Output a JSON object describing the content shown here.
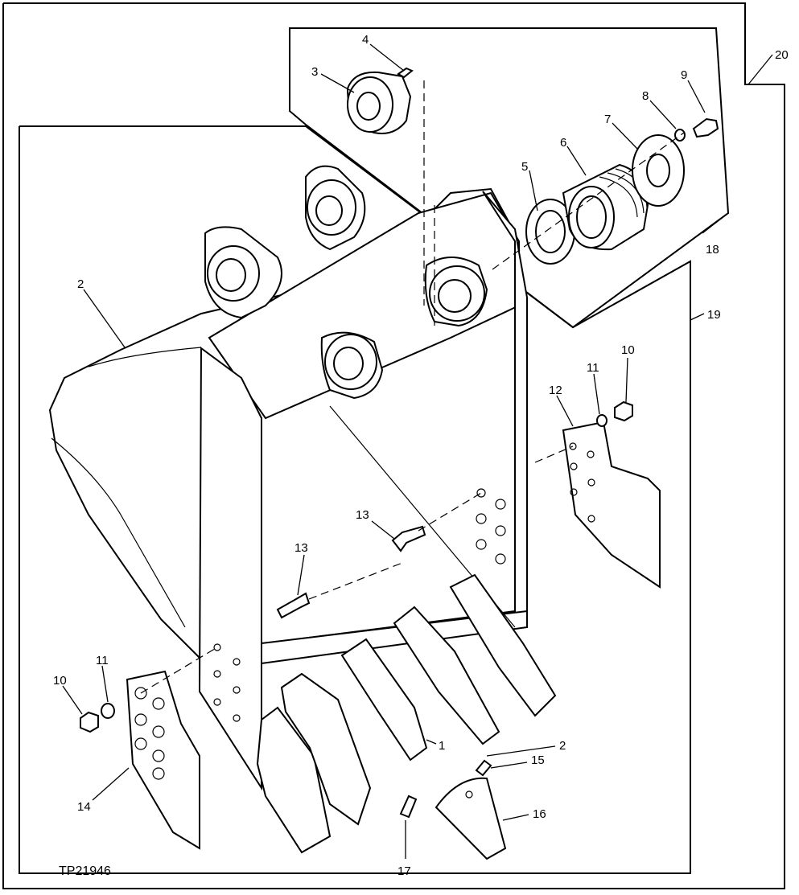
{
  "figure_id": "TP21946",
  "callouts": [
    {
      "id": "c1",
      "label": "1"
    },
    {
      "id": "c2a",
      "label": "2"
    },
    {
      "id": "c2b",
      "label": "2"
    },
    {
      "id": "c3",
      "label": "3"
    },
    {
      "id": "c4",
      "label": "4"
    },
    {
      "id": "c5",
      "label": "5"
    },
    {
      "id": "c6",
      "label": "6"
    },
    {
      "id": "c7",
      "label": "7"
    },
    {
      "id": "c8",
      "label": "8"
    },
    {
      "id": "c9",
      "label": "9"
    },
    {
      "id": "c10a",
      "label": "10"
    },
    {
      "id": "c10b",
      "label": "10"
    },
    {
      "id": "c11a",
      "label": "11"
    },
    {
      "id": "c11b",
      "label": "11"
    },
    {
      "id": "c12",
      "label": "12"
    },
    {
      "id": "c13a",
      "label": "13"
    },
    {
      "id": "c13b",
      "label": "13"
    },
    {
      "id": "c14",
      "label": "14"
    },
    {
      "id": "c15",
      "label": "15"
    },
    {
      "id": "c16",
      "label": "16"
    },
    {
      "id": "c17",
      "label": "17"
    },
    {
      "id": "c18",
      "label": "18"
    },
    {
      "id": "c19",
      "label": "19"
    },
    {
      "id": "c20",
      "label": "20"
    }
  ]
}
